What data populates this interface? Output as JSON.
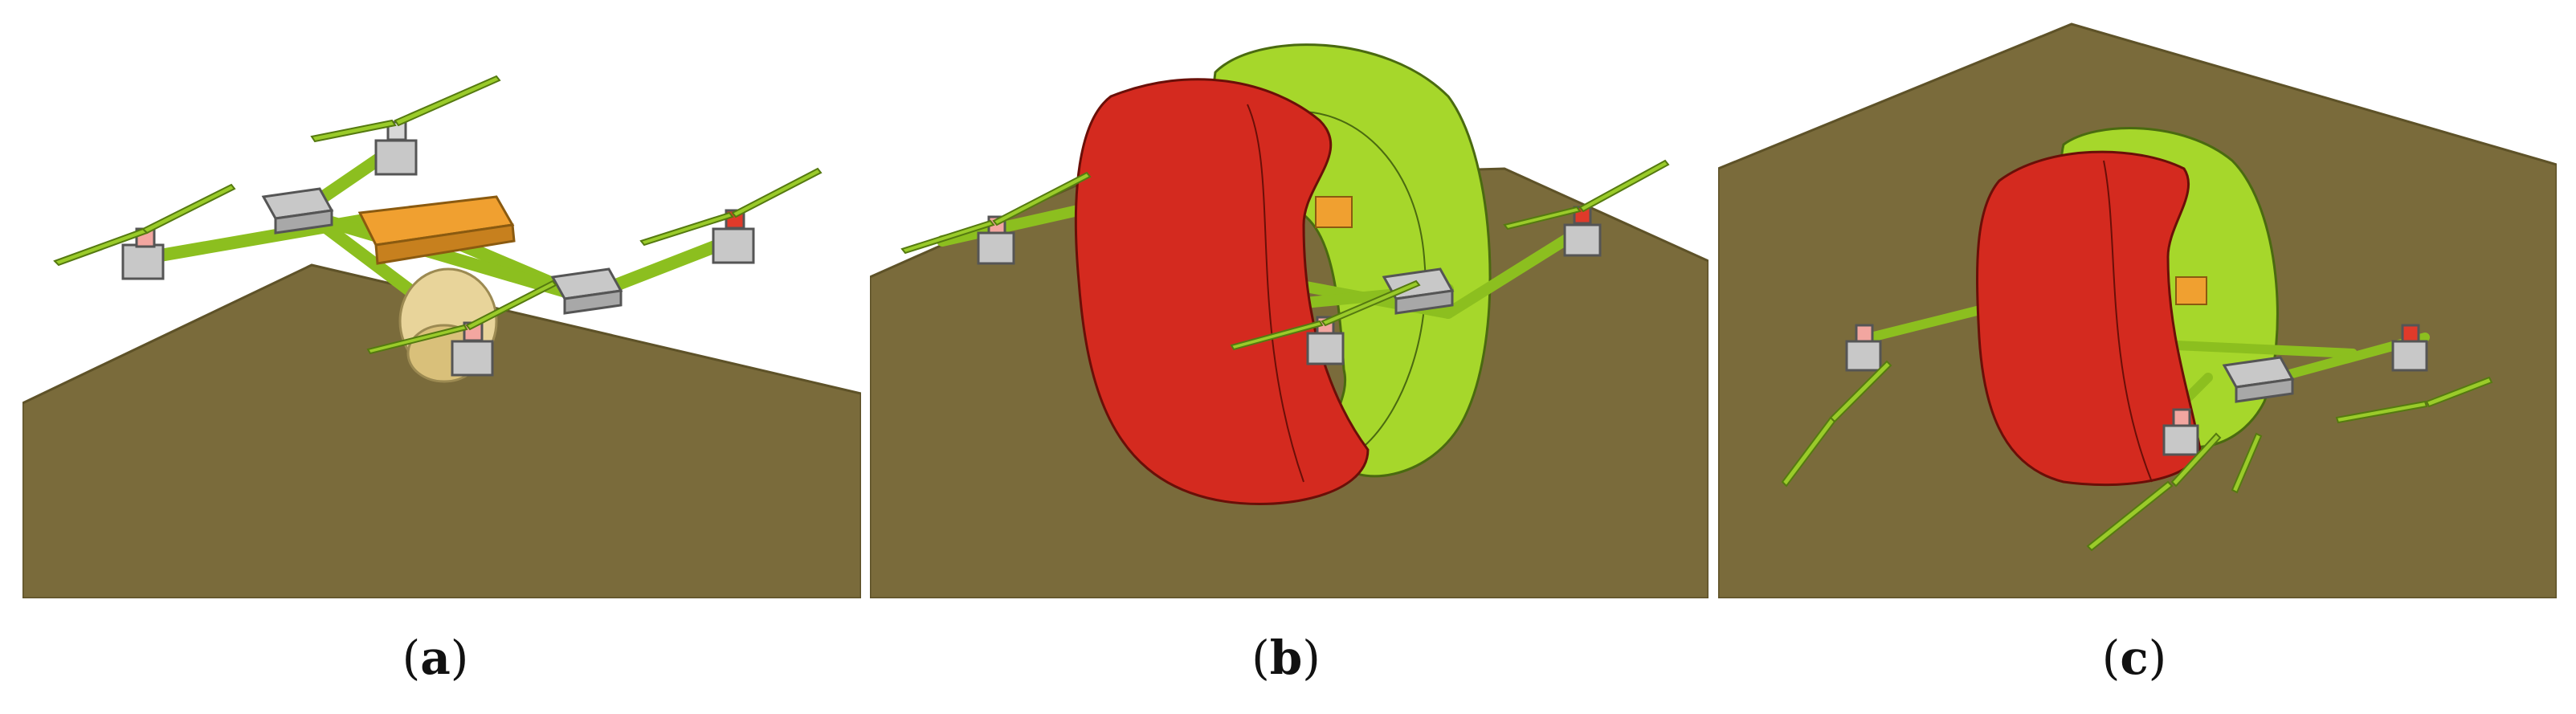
{
  "colors": {
    "ground": "#7a6b3b",
    "ground_edge": "#5e5228",
    "background": "#ffffff",
    "airbag_red": "#d42a1f",
    "airbag_green": "#a6d72b",
    "arm_green": "#8cbf1f",
    "propeller_green": "#9acb2a",
    "motor_housing": "#c8c8c8",
    "motor_red": "#e03a2a",
    "motor_pink": "#f2a6a0",
    "battery_orange": "#f0a030",
    "body_tan": "#e8d49a"
  },
  "icons": {
    "drone": "quadrotor-drone-icon",
    "airbag": "airbag-icon"
  },
  "panels": [
    {
      "id": "a",
      "paren_open": "(",
      "letter": "a",
      "paren_close": ")"
    },
    {
      "id": "b",
      "paren_open": "(",
      "letter": "b",
      "paren_close": ")"
    },
    {
      "id": "c",
      "paren_open": "(",
      "letter": "c",
      "paren_close": ")"
    }
  ]
}
